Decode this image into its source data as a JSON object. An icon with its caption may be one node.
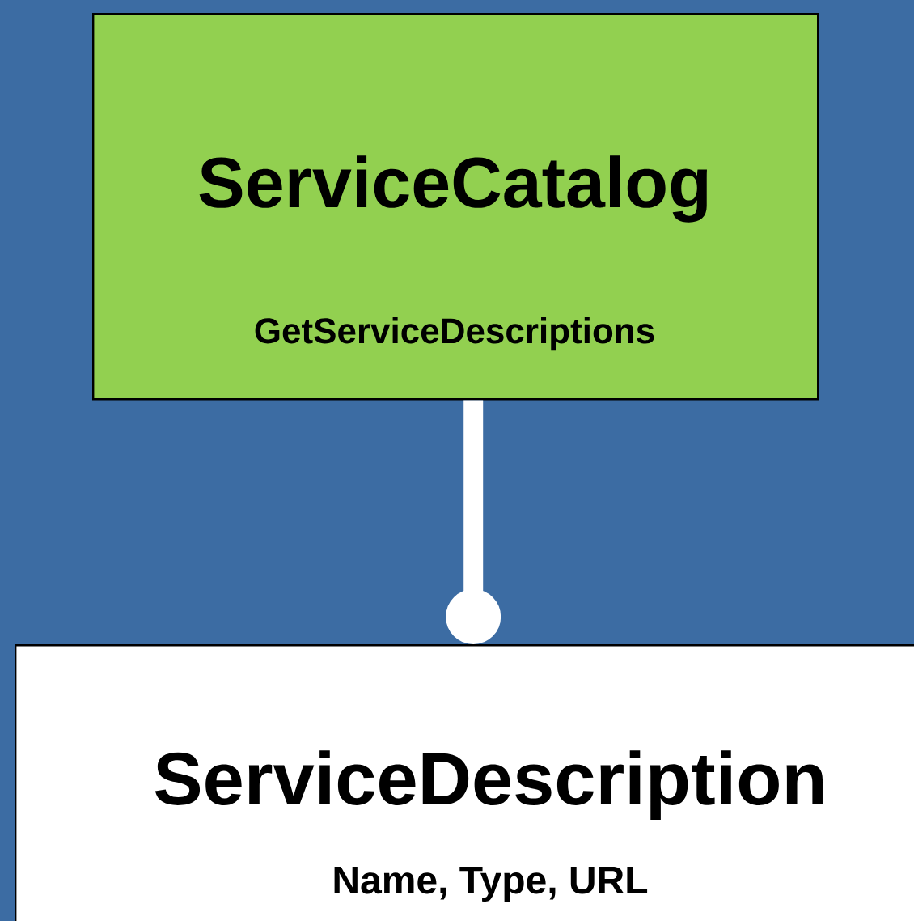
{
  "diagram": {
    "nodes": [
      {
        "text": [
          "ServiceCatalog",
          "GetServiceDescriptions"
        ]
      },
      {
        "text": [
          "ServiceDescription",
          "Name, Type, URL"
        ]
      }
    ],
    "edges": [
      {
        "from": 0,
        "to": 1,
        "arrow": "other"
      }
    ]
  }
}
